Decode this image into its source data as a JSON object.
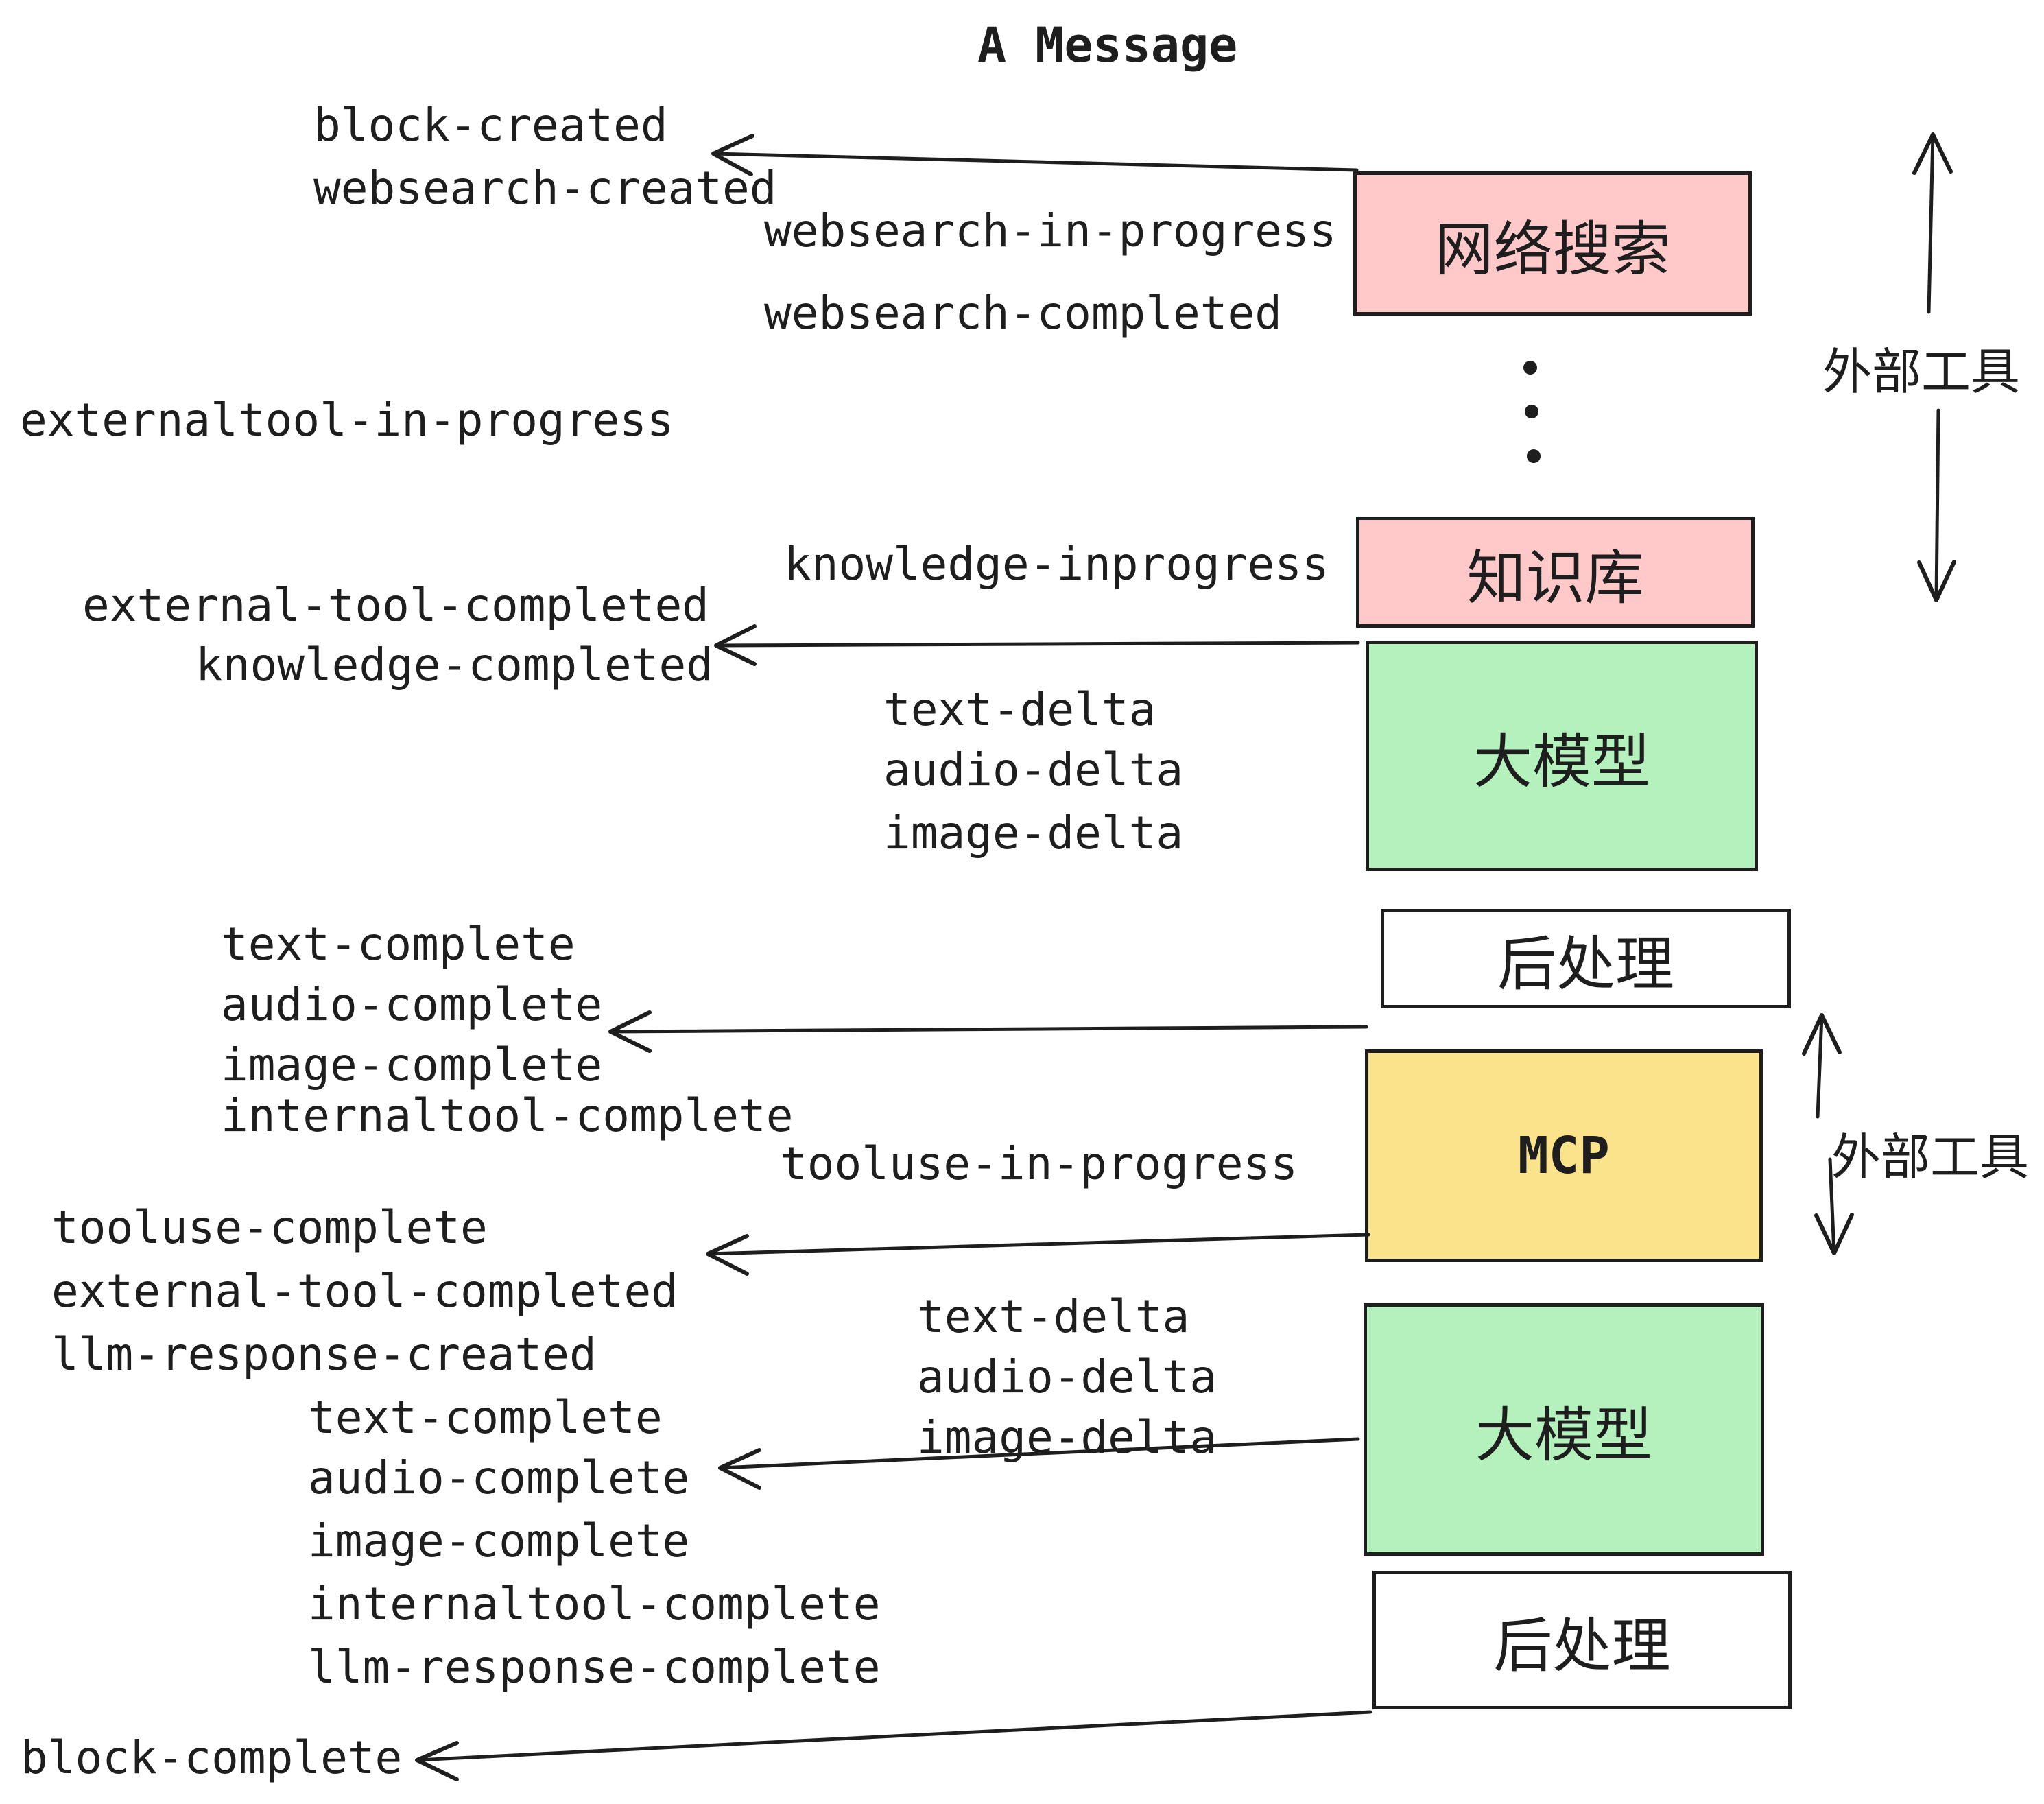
{
  "title": "A Message",
  "palette": {
    "pink": "#ffc9c9",
    "green": "#b4f1bd",
    "yellow": "#fbe38b",
    "white": "#ffffff",
    "ink": "#1e1e1e"
  },
  "boxes": {
    "websearch": {
      "label": "网络搜索",
      "color": "#ffc9c9"
    },
    "knowledge": {
      "label": "知识库",
      "color": "#ffc9c9"
    },
    "llm1": {
      "label": "大模型",
      "color": "#b4f1bd"
    },
    "post1": {
      "label": "后处理",
      "color": "#ffffff"
    },
    "mcp": {
      "label": "MCP",
      "color": "#fbe38b"
    },
    "llm2": {
      "label": "大模型",
      "color": "#b4f1bd"
    },
    "post2": {
      "label": "后处理",
      "color": "#ffffff"
    }
  },
  "annotations": {
    "external_tools_top": "外部工具",
    "external_tools_mcp": "外部工具"
  },
  "events": {
    "block_created": "block-created",
    "websearch_created": "websearch-created",
    "websearch_in_progress": "websearch-in-progress",
    "websearch_completed": "websearch-completed",
    "externaltool_in_progress": "externaltool-in-progress",
    "knowledge_inprogress": "knowledge-inprogress",
    "external_tool_completed_1": "external-tool-completed",
    "knowledge_completed": "knowledge-completed",
    "text_delta_1": "text-delta",
    "audio_delta_1": "audio-delta",
    "image_delta_1": "image-delta",
    "text_complete_1": "text-complete",
    "audio_complete_1": "audio-complete",
    "image_complete_1": "image-complete",
    "internaltool_complete_1": "internaltool-complete",
    "tooluse_in_progress": "tooluse-in-progress",
    "tooluse_complete": "tooluse-complete",
    "external_tool_completed_2": "external-tool-completed",
    "llm_response_created": "llm-response-created",
    "text_complete_2": "text-complete",
    "audio_complete_2": "audio-complete",
    "image_complete_2": "image-complete",
    "internaltool_complete_2": "internaltool-complete",
    "llm_response_complete": "llm-response-complete",
    "block_complete": "block-complete",
    "text_delta_2": "text-delta",
    "audio_delta_2": "audio-delta",
    "image_delta_2": "image-delta"
  }
}
